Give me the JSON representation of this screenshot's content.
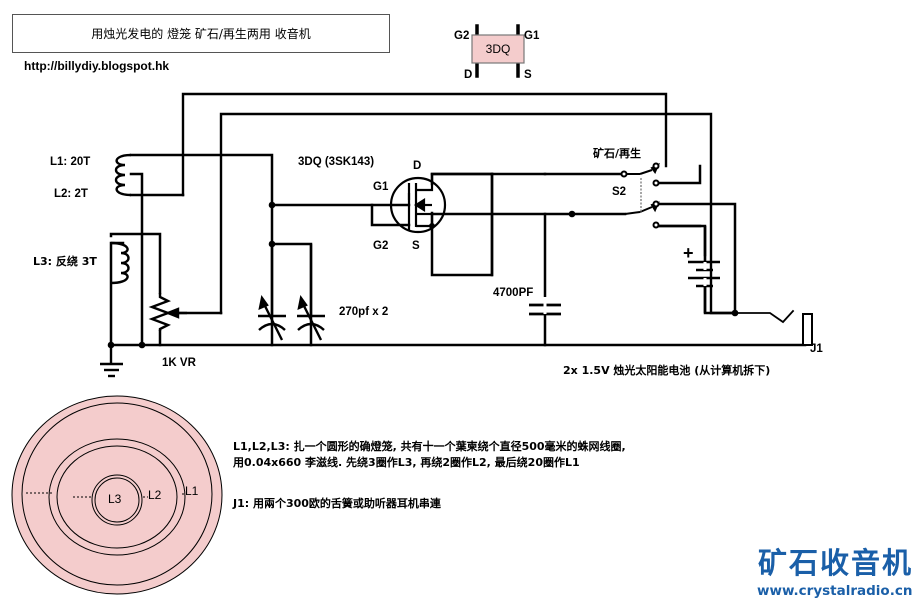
{
  "header": {
    "title": "用烛光发电的 燈笼 矿石/再生两用 收音机",
    "url": "http://billydiy.blogspot.hk"
  },
  "pinout": {
    "chip_label": "3DQ",
    "pin_g2": "G2",
    "pin_g1": "G1",
    "pin_d": "D",
    "pin_s": "S",
    "fill_color": "#f4cccc"
  },
  "schematic": {
    "coil_l1_label": "L1: 20T",
    "coil_l2_label": "L2: 2T",
    "coil_l3_label": "L3: 反绕 3T",
    "vr_label": "1K VR",
    "transistor_label": "3DQ (3SK143)",
    "pin_d": "D",
    "pin_g1": "G1",
    "pin_g2": "G2",
    "pin_s": "S",
    "varcap_label": "270pf x 2",
    "cap_label": "4700PF",
    "switch_mode_label": "矿石/再生",
    "switch_label": "S2",
    "battery_plus": "+",
    "jack_label": "J1",
    "battery_note": "2x 1.5V 烛光太阳能电池 (从计算机拆下)"
  },
  "coil_diagram": {
    "l1": "L1",
    "l2": "L2",
    "l3": "L3",
    "fill_color": "#f4cccc"
  },
  "notes": {
    "line1": "L1,L2,L3: 扎一个圆形的确燈笼, 共有十一个葉柬绕个直径500毫米的蛛网线圈,",
    "line2": "用0.04x660 李滋线. 先绕3圈作L3, 再绕2圈作L2, 最后绕20圈作L1",
    "line3": "J1: 用兩个300欧的舌簧或助听器耳机串連"
  },
  "watermark": {
    "brand": "矿石收音机",
    "url": "www.crystalradio.cn",
    "color": "#1a5fa8"
  }
}
